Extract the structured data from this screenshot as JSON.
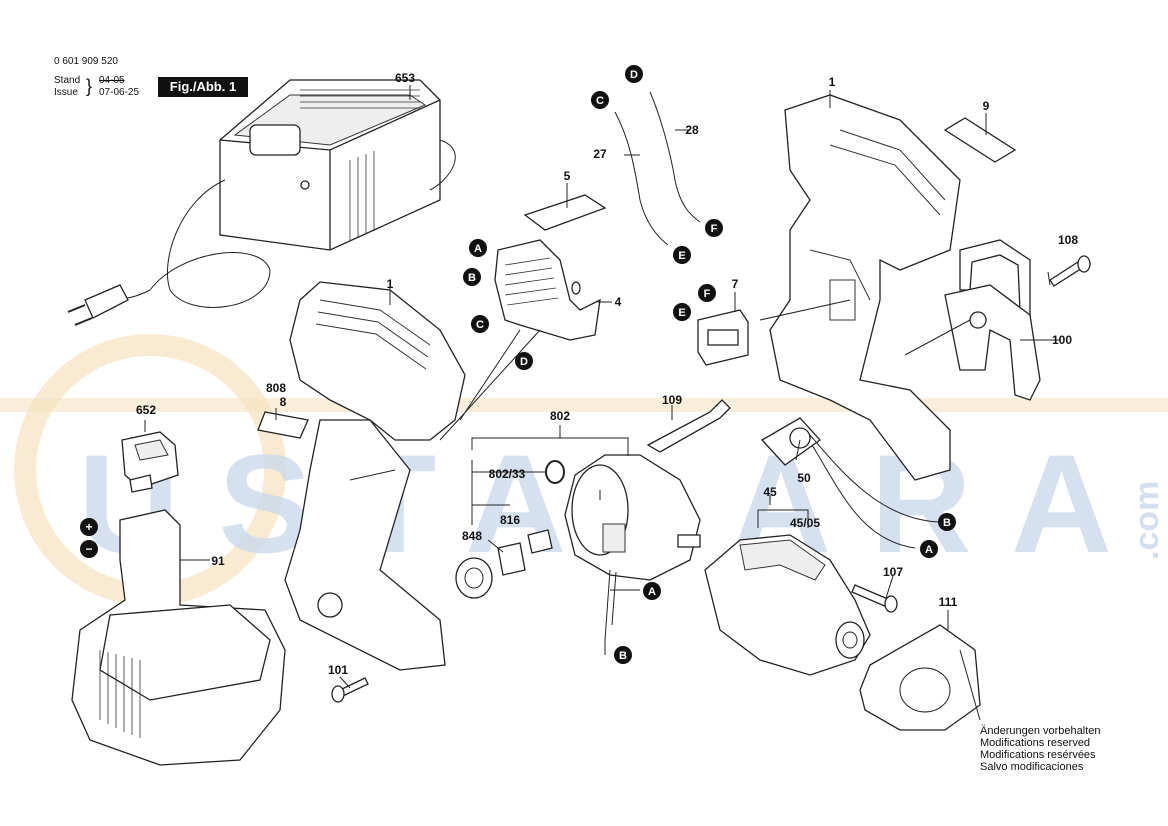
{
  "header": {
    "part_number": "0 601 909 520",
    "stand_label": "Stand",
    "stand_value": "04-05",
    "issue_label": "Issue",
    "issue_value": "07-06-25",
    "figure": "Fig./Abb. 1"
  },
  "watermark": {
    "text": "USTALARA",
    "suffix": ".com"
  },
  "part_labels": [
    "653",
    "1",
    "9",
    "108",
    "100",
    "5",
    "4",
    "28",
    "27",
    "7",
    "808",
    "8",
    "652",
    "802",
    "802/33",
    "848",
    "816",
    "109",
    "50",
    "45",
    "45/05",
    "91",
    "101",
    "107",
    "111",
    "1"
  ],
  "connectors": [
    "A",
    "B",
    "C",
    "D",
    "E",
    "F"
  ],
  "notes": [
    "Änderungen vorbehalten",
    "Modifications reserved",
    "Modifications resérvées",
    "Salvo modificaciones"
  ],
  "colors": {
    "watermark_blue": "#c9d8ec",
    "watermark_orange": "#f5e2bf",
    "ink": "#111111"
  }
}
